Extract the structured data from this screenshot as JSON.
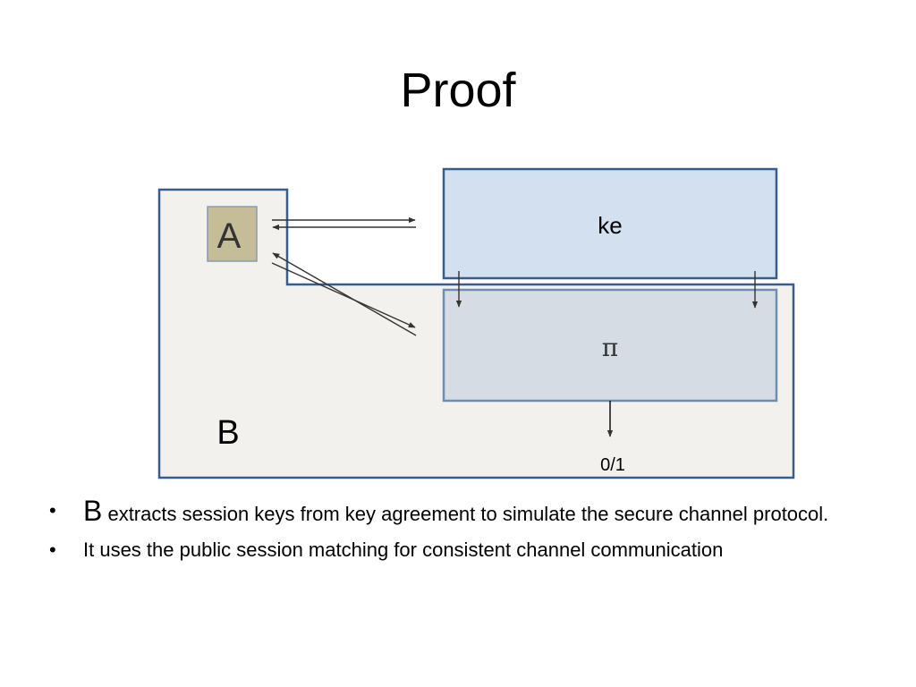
{
  "slide": {
    "title": "Proof"
  },
  "diagram": {
    "adversary_label": "A",
    "reduction_label": "B",
    "key_exchange_label": "ke",
    "protocol_label": "π",
    "output_label": "0/1",
    "colors": {
      "outer_fill": "#f2f1ed",
      "border": "#385d8a",
      "ke_fill": "#d3e0ef",
      "pi_fill": "#d5dce3",
      "adversary_fill": "#c4bd97",
      "adversary_border": "#8a9bb0",
      "arrow": "#333333"
    }
  },
  "bullets": [
    {
      "lead": "B",
      "text": " extracts session keys from key agreement to simulate the secure channel protocol."
    },
    {
      "lead": "",
      "text": "It uses the public session matching for consistent channel communication"
    }
  ],
  "bullet_symbol": "•"
}
